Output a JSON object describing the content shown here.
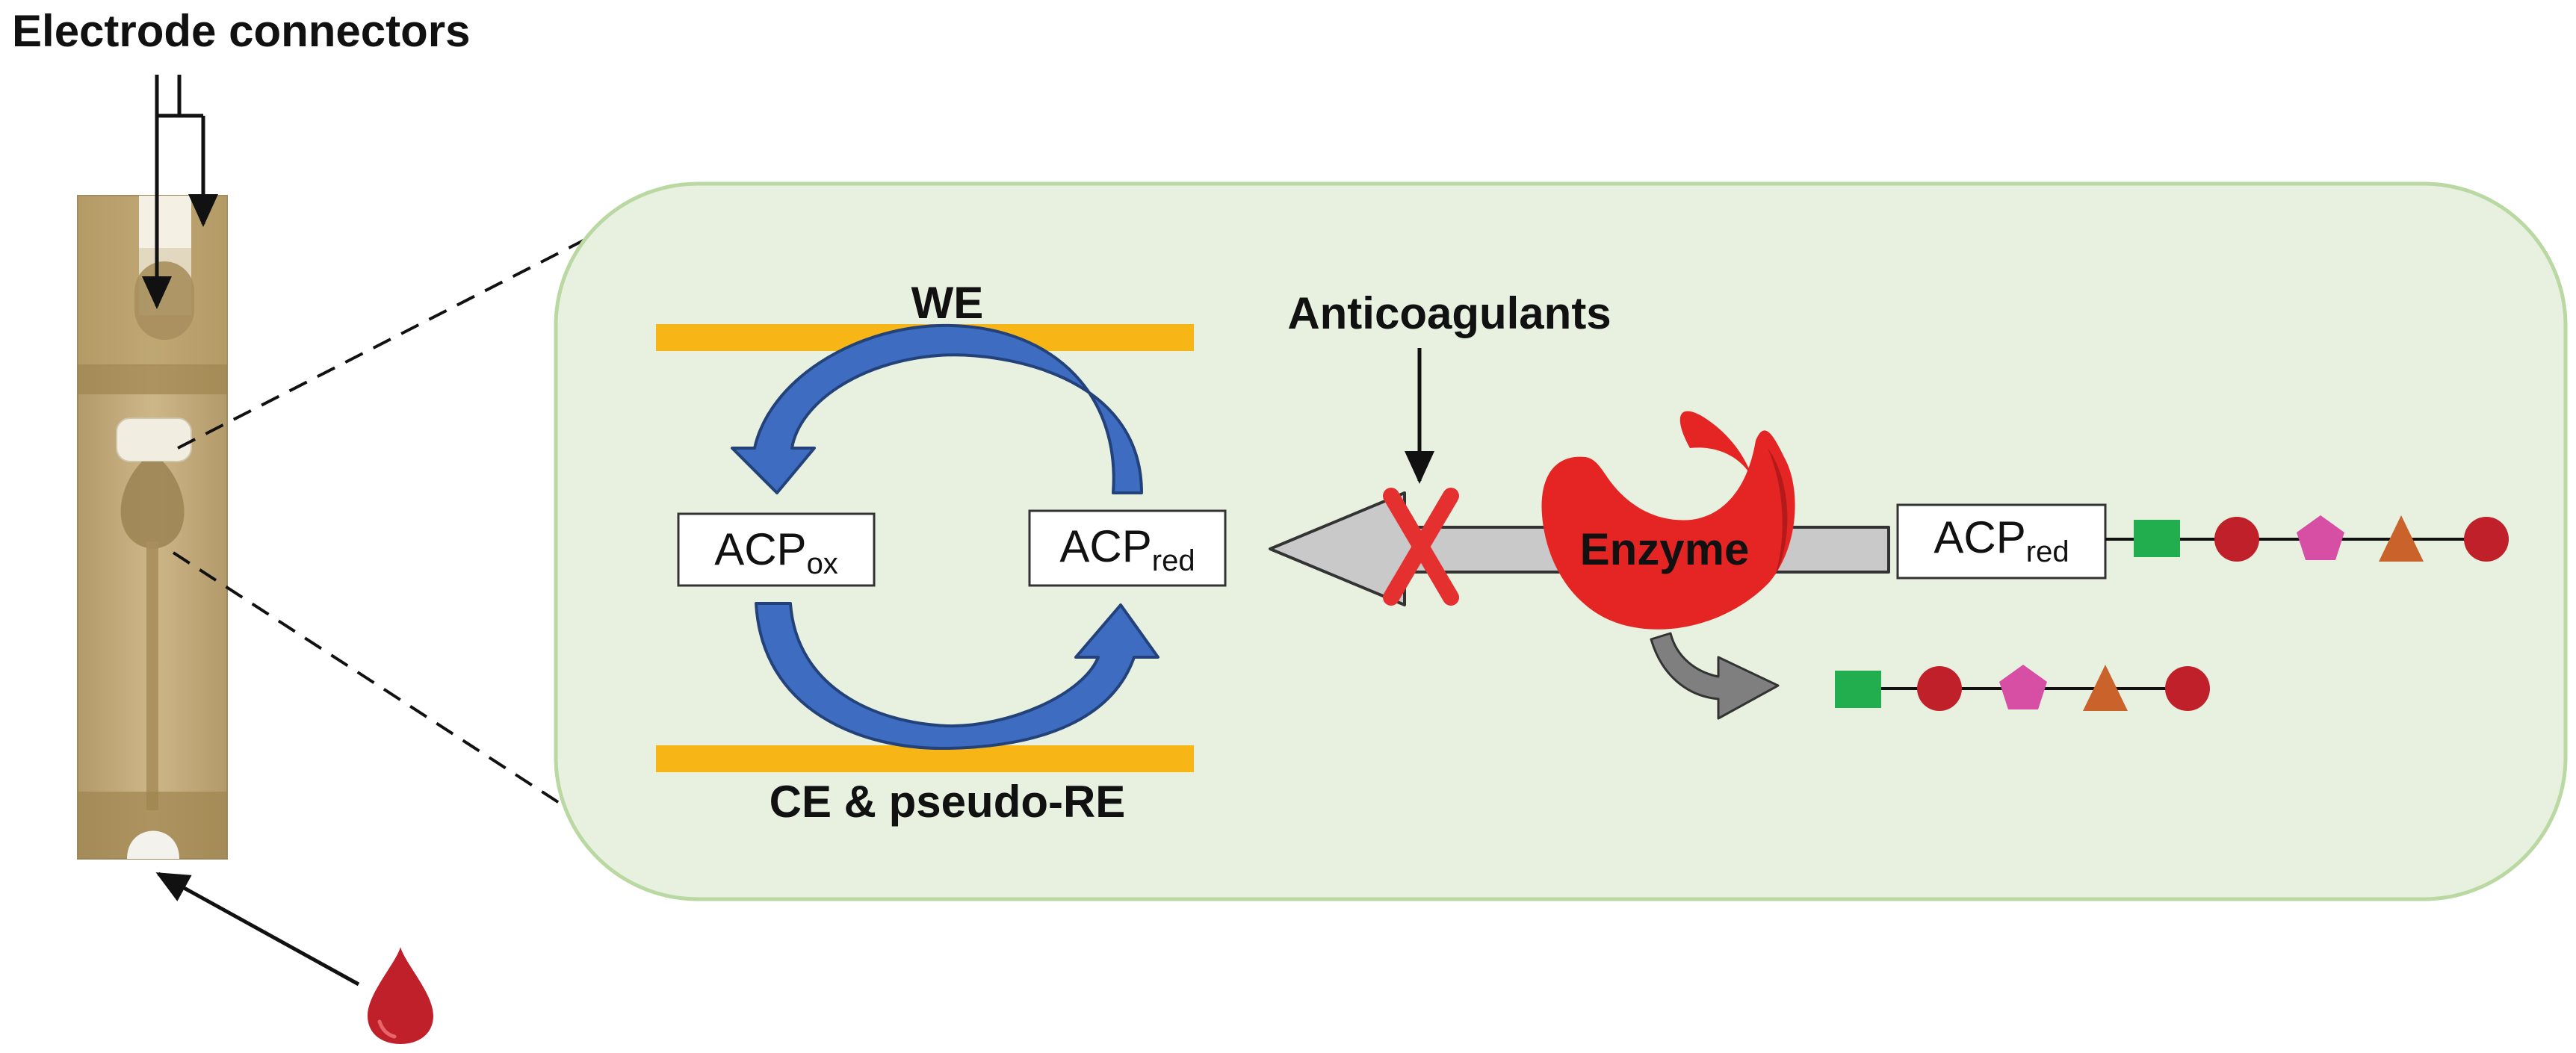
{
  "labels": {
    "electrode_connectors": "Electrode connectors",
    "we": "WE",
    "ce": "CE & pseudo-RE",
    "anticoagulants": "Anticoagulants",
    "enzyme": "Enzyme"
  },
  "boxes": {
    "acp_ox": {
      "main": "ACP",
      "sub": "ox"
    },
    "acp_red_left": {
      "main": "ACP",
      "sub": "red"
    },
    "acp_red_right": {
      "main": "ACP",
      "sub": "red"
    }
  },
  "colors": {
    "panel_fill": "#e8f1e0",
    "panel_stroke": "#b9d8a2",
    "electrode": "#f7b616",
    "cycle_arrow": "#3d6cc0",
    "cycle_arrow_edge": "#23427a",
    "big_arrow_fill": "#c9c9c9",
    "block_x": "#e53030",
    "enzyme": "#e52523",
    "enzyme_dark": "#b51a1a",
    "product_arrow": "#7f7f7f",
    "blood": "#c0202a",
    "strip": "#c2aa7c",
    "shape_green_square": "#22ae4f",
    "shape_red_circle": "#c0202a",
    "shape_pink_pentagon": "#d64fa5",
    "shape_orange_triangle": "#c9622b"
  },
  "icons": [
    "blood-drop-icon",
    "test-strip-photo",
    "enzyme-shape-icon",
    "block-x-icon"
  ]
}
